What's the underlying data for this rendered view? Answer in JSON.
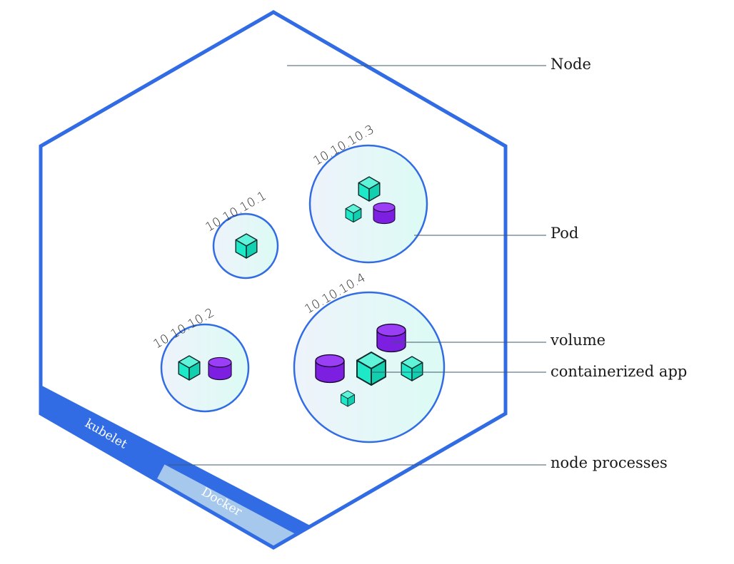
{
  "node": {
    "label": "Node"
  },
  "pods": [
    {
      "ip": "10.10.10.1"
    },
    {
      "ip": "10.10.10.2"
    },
    {
      "ip": "10.10.10.3"
    },
    {
      "ip": "10.10.10.4"
    }
  ],
  "callouts": {
    "pod": "Pod",
    "volume": "volume",
    "containerized_app": "containerized app",
    "node_processes": "node processes"
  },
  "processes": {
    "kubelet": "kubelet",
    "docker": "Docker"
  },
  "colors": {
    "outline": "#326ce5",
    "kubelet_band": "#326ce5",
    "docker_band": "#a6c8ec",
    "container": "#1de9c8",
    "volume": "#7c1fe0",
    "leader_line": "#3d5a6c"
  }
}
